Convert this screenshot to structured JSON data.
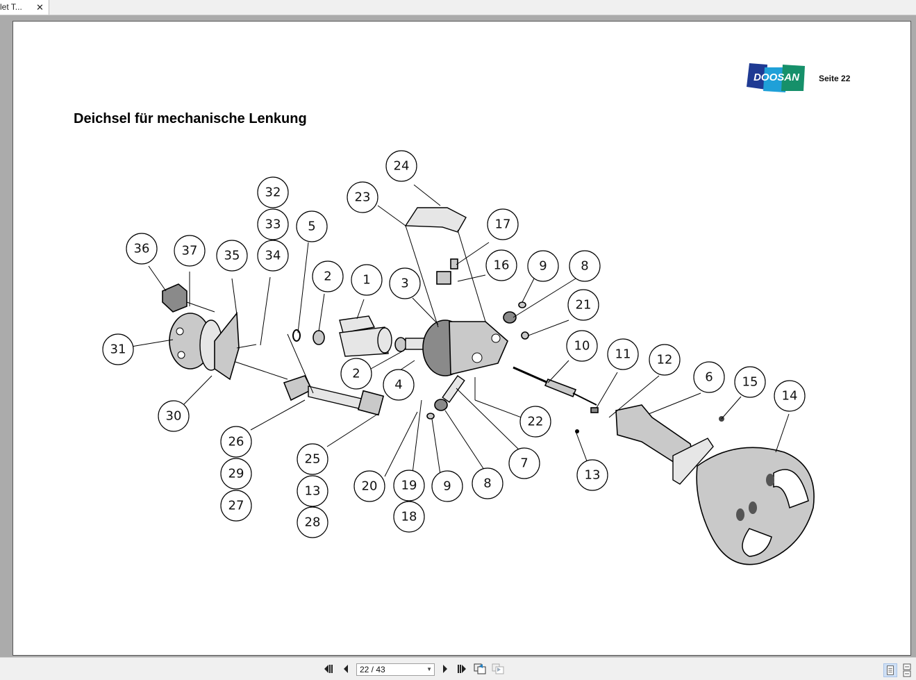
{
  "tab": {
    "title": "let T...",
    "close_icon": "close-icon"
  },
  "document": {
    "brand": "DOOSAN",
    "page_label": "Seite 22",
    "heading": "Deichsel für mechanische Lenkung",
    "brand_colors": {
      "dark_blue": "#1f3a93",
      "light_blue": "#1fa0d8",
      "green": "#16906a"
    },
    "callouts": [
      {
        "id": "c36",
        "label": "36"
      },
      {
        "id": "c37",
        "label": "37"
      },
      {
        "id": "c35",
        "label": "35"
      },
      {
        "id": "c32",
        "label": "32"
      },
      {
        "id": "c33",
        "label": "33"
      },
      {
        "id": "c34",
        "label": "34"
      },
      {
        "id": "c5",
        "label": "5"
      },
      {
        "id": "c2a",
        "label": "2"
      },
      {
        "id": "c1",
        "label": "1"
      },
      {
        "id": "c3",
        "label": "3"
      },
      {
        "id": "c24",
        "label": "24"
      },
      {
        "id": "c23",
        "label": "23"
      },
      {
        "id": "c17",
        "label": "17"
      },
      {
        "id": "c16",
        "label": "16"
      },
      {
        "id": "c9a",
        "label": "9"
      },
      {
        "id": "c8a",
        "label": "8"
      },
      {
        "id": "c21",
        "label": "21"
      },
      {
        "id": "c10",
        "label": "10"
      },
      {
        "id": "c11",
        "label": "11"
      },
      {
        "id": "c12",
        "label": "12"
      },
      {
        "id": "c6",
        "label": "6"
      },
      {
        "id": "c15",
        "label": "15"
      },
      {
        "id": "c14",
        "label": "14"
      },
      {
        "id": "c31",
        "label": "31"
      },
      {
        "id": "c30",
        "label": "30"
      },
      {
        "id": "c2b",
        "label": "2"
      },
      {
        "id": "c4",
        "label": "4"
      },
      {
        "id": "c26",
        "label": "26"
      },
      {
        "id": "c29",
        "label": "29"
      },
      {
        "id": "c27",
        "label": "27"
      },
      {
        "id": "c25",
        "label": "25"
      },
      {
        "id": "c13a",
        "label": "13"
      },
      {
        "id": "c28",
        "label": "28"
      },
      {
        "id": "c20",
        "label": "20"
      },
      {
        "id": "c19",
        "label": "19"
      },
      {
        "id": "c18",
        "label": "18"
      },
      {
        "id": "c9b",
        "label": "9"
      },
      {
        "id": "c8b",
        "label": "8"
      },
      {
        "id": "c7",
        "label": "7"
      },
      {
        "id": "c22",
        "label": "22"
      },
      {
        "id": "c13b",
        "label": "13"
      }
    ]
  },
  "toolbar": {
    "first_page_icon": "first-page-icon",
    "prev_page_icon": "previous-page-icon",
    "page_value": "22 / 43",
    "next_page_icon": "next-page-icon",
    "last_page_icon": "last-page-icon",
    "go_back_icon": "previous-view-icon",
    "go_forward_icon": "next-view-icon",
    "single_page_view": "single-page-view-icon",
    "continuous_view": "continuous-view-icon"
  }
}
